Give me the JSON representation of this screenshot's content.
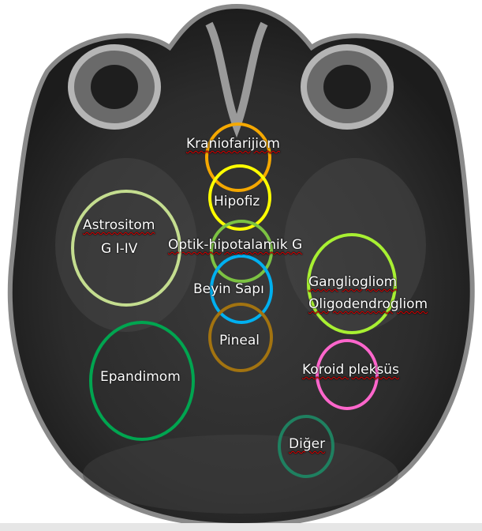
{
  "labels": {
    "kraniofarijiom": "Kraniofarijiom",
    "hipofiz": "Hipofiz",
    "astrositom_line1": "Astrositom",
    "astrositom_line2": "G I-IV",
    "optik": "Optik-hipotalamik G",
    "beyin_sapi": "Beyin Sapı",
    "gangliogliom": "Gangliogliom",
    "oligodendrogliom": "Oligodendrogliom",
    "pineal": "Pineal",
    "koroid": "Koroid pleksüs",
    "epandimom": "Epandimom",
    "diger": "Diğer"
  },
  "colors": {
    "kraniofarijiom": "#f5a800",
    "hipofiz": "#ffff00",
    "optik": "#7cc242",
    "beyin_sapi": "#00b0f0",
    "pineal": "#a27310",
    "astrositom": "#c4dd8f",
    "epandimom": "#00a550",
    "gangliogliom": "#a8f032",
    "koroid": "#ff66cc",
    "diger": "#1f8060"
  }
}
